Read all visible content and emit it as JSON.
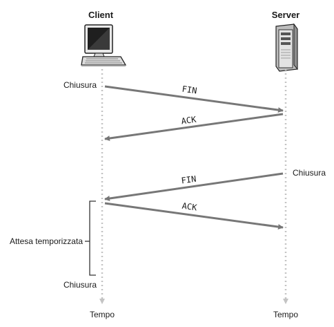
{
  "client": {
    "title": "Client",
    "close_label": "Chiusura",
    "close_label_2": "Chiusura",
    "time_label": "Tempo"
  },
  "server": {
    "title": "Server",
    "close_label": "Chiusura",
    "time_label": "Tempo"
  },
  "messages": [
    {
      "label": "FIN",
      "from": "client",
      "to": "server"
    },
    {
      "label": "ACK",
      "from": "server",
      "to": "client"
    },
    {
      "label": "FIN",
      "from": "server",
      "to": "client"
    },
    {
      "label": "ACK",
      "from": "client",
      "to": "server"
    }
  ],
  "timed_wait": {
    "label": "Attesa temporizzata"
  },
  "colors": {
    "arrow": "#777777",
    "timeline": "#c4c4c4",
    "bracket": "#333333"
  },
  "icons": {
    "client": "desktop-computer-icon",
    "server": "server-tower-icon"
  }
}
